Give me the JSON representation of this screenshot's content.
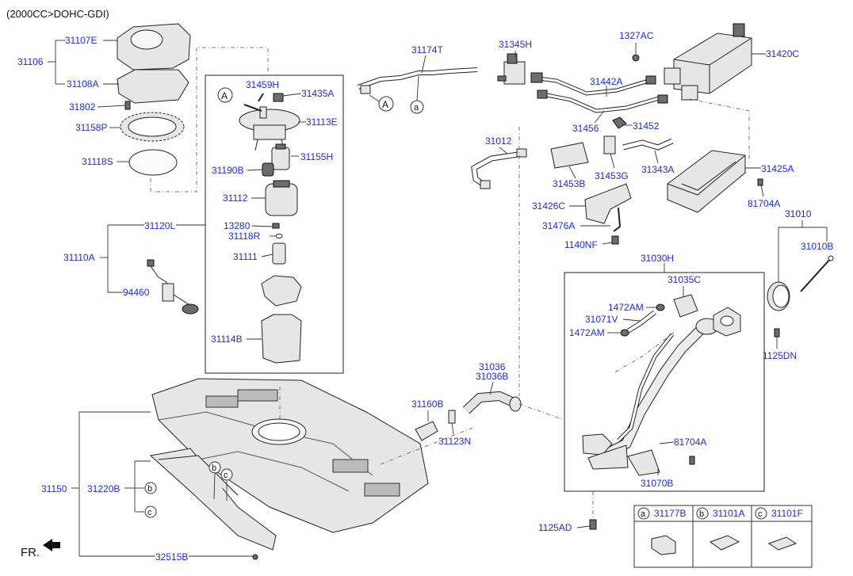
{
  "header": {
    "engine_spec": "(2000CC>DOHC-GDI)"
  },
  "footer": {
    "fr_label": "FR."
  },
  "labels": {
    "p31107E": "31107E",
    "p31106": "31106",
    "p31108A": "31108A",
    "p31802": "31802",
    "p31158P": "31158P",
    "p31118S": "31118S",
    "p31459H": "31459H",
    "p31435A": "31435A",
    "p31113E": "31113E",
    "p31155H": "31155H",
    "p31190B": "31190B",
    "p31112": "31112",
    "p13280": "13280",
    "p31118R": "31118R",
    "p31111": "31111",
    "p31114B": "31114B",
    "p31120L": "31120L",
    "p31110A": "31110A",
    "p94460": "94460",
    "p31174T": "31174T",
    "p31345H": "31345H",
    "p1327AC": "1327AC",
    "p31420C": "31420C",
    "p31442A": "31442A",
    "p31456": "31456",
    "p31452": "31452",
    "p31012": "31012",
    "p31453B": "31453B",
    "p31453G": "31453G",
    "p31343A": "31343A",
    "p31425A": "31425A",
    "p81704A_top": "81704A",
    "p31426C": "31426C",
    "p31476A": "31476A",
    "p1140NF": "1140NF",
    "p31010": "31010",
    "p31010B": "31010B",
    "p31030H": "31030H",
    "p31035C": "31035C",
    "p1472AM_1": "1472AM",
    "p31071V": "31071V",
    "p1472AM_2": "1472AM",
    "p1125DN": "1125DN",
    "p31036": "31036",
    "p31036B": "31036B",
    "p31160B": "31160B",
    "p31123N": "31123N",
    "p81704A_bot": "81704A",
    "p31070B": "31070B",
    "p1125AD": "1125AD",
    "p31150": "31150",
    "p31220B": "31220B",
    "p32515B": "32515B"
  },
  "callouts": {
    "A": "A",
    "a": "a",
    "b": "b",
    "c": "c"
  },
  "legend": [
    {
      "letter": "a",
      "part": "31177B"
    },
    {
      "letter": "b",
      "part": "31101A"
    },
    {
      "letter": "c",
      "part": "31101F"
    }
  ],
  "colors": {
    "label_blue": "#1f2bd6",
    "line": "#333333"
  }
}
